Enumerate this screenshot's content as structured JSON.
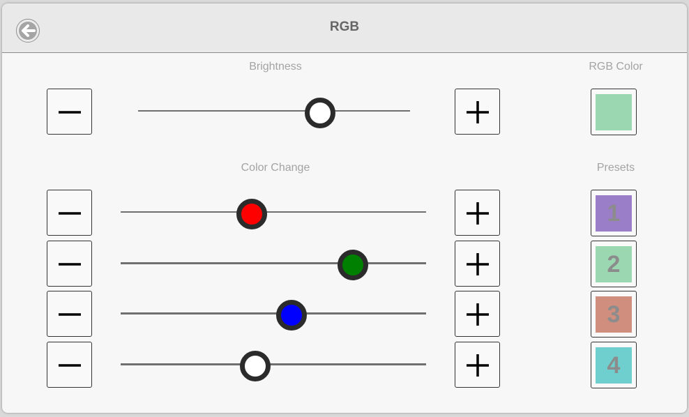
{
  "header": {
    "title": "RGB",
    "back_icon": "arrow-left-icon"
  },
  "sections": {
    "brightness_label": "Brightness",
    "rgb_color_label": "RGB Color",
    "color_change_label": "Color Change",
    "presets_label": "Presets"
  },
  "brightness": {
    "value_fraction": 0.67,
    "thumb_color": "#ffffff"
  },
  "rgb_color": {
    "swatch_color": "#9bd7b1"
  },
  "color_sliders": [
    {
      "name": "red",
      "value_fraction": 0.43,
      "thumb_color": "#ff0000"
    },
    {
      "name": "green",
      "value_fraction": 0.76,
      "thumb_color": "#008000"
    },
    {
      "name": "blue",
      "value_fraction": 0.56,
      "thumb_color": "#0000ff"
    },
    {
      "name": "white",
      "value_fraction": 0.44,
      "thumb_color": "#ffffff"
    }
  ],
  "buttons": {
    "minus_icon": "minus-icon",
    "plus_icon": "plus-icon"
  },
  "presets": [
    {
      "label": "1",
      "color": "#9a7ec8"
    },
    {
      "label": "2",
      "color": "#9bd7b1"
    },
    {
      "label": "3",
      "color": "#cf8e7e"
    },
    {
      "label": "4",
      "color": "#6fcfcf"
    }
  ]
}
